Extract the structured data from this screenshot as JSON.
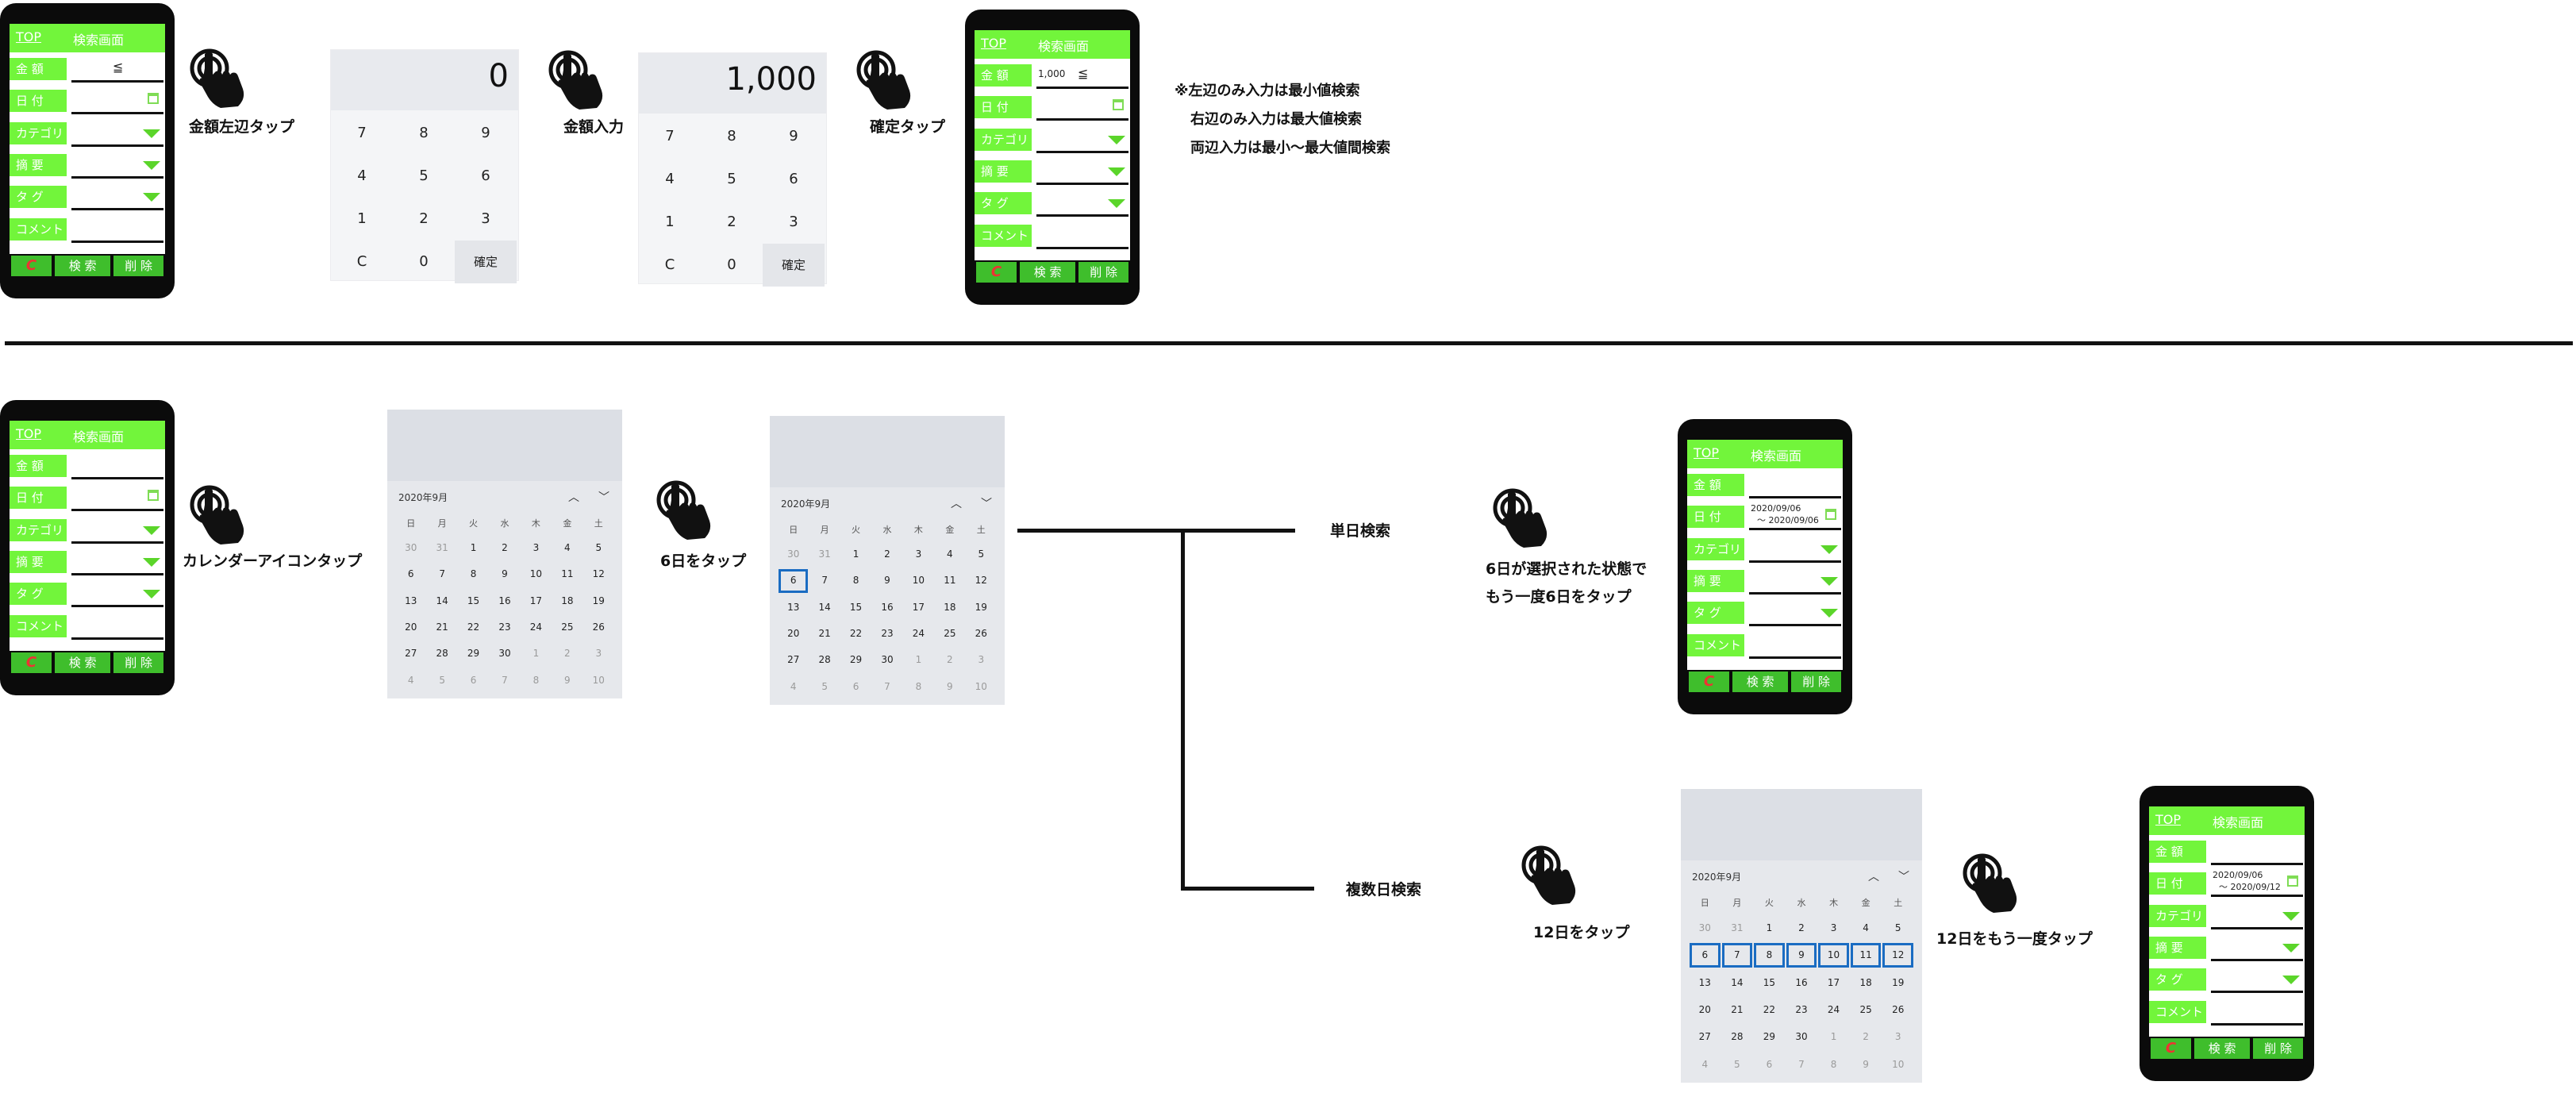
{
  "phone": {
    "top": "TOP",
    "title": "検索画面",
    "labels": [
      "金 額",
      "日 付",
      "カテゴリ",
      "摘 要",
      "タ グ",
      "コメント"
    ],
    "btn_clear": "C",
    "btn_search": "検 索",
    "btn_delete": "削 除",
    "amount_sign": "≦",
    "amount_value": "1,000",
    "date_single_from": "2020/09/06",
    "date_single_to": "～ 2020/09/06",
    "date_multi_from": "2020/09/06",
    "date_multi_to": "～ 2020/09/12"
  },
  "keypad": {
    "value_initial": "0",
    "value_entered": "1,000",
    "keys": [
      "7",
      "8",
      "9",
      "4",
      "5",
      "6",
      "1",
      "2",
      "3",
      "C",
      "0",
      "確定"
    ]
  },
  "calendar": {
    "month": "2020年9月",
    "month_alt": "2020年9月",
    "up": "︿",
    "down": "﹀",
    "weekdays": [
      "日",
      "月",
      "火",
      "水",
      "木",
      "金",
      "土"
    ],
    "rows": [
      [
        "30",
        "31",
        "1",
        "2",
        "3",
        "4",
        "5"
      ],
      [
        "6",
        "7",
        "8",
        "9",
        "10",
        "11",
        "12"
      ],
      [
        "13",
        "14",
        "15",
        "16",
        "17",
        "18",
        "19"
      ],
      [
        "20",
        "21",
        "22",
        "23",
        "24",
        "25",
        "26"
      ],
      [
        "27",
        "28",
        "29",
        "30",
        "1",
        "2",
        "3"
      ],
      [
        "4",
        "5",
        "6",
        "7",
        "8",
        "9",
        "10"
      ]
    ]
  },
  "steps": {
    "tap_amount_left": "金額左辺タップ",
    "amount_input": "金額入力",
    "confirm_tap": "確定タップ",
    "calendar_icon_tap": "カレンダーアイコンタップ",
    "tap_day6": "6日をタップ",
    "single_search": "単日検索",
    "multi_search": "複数日検索",
    "reselect_line1": "6日が選択された状態で",
    "reselect_line2": "もう一度6日をタップ",
    "tap_day12": "12日をタップ",
    "tap_day12_again": "12日をもう一度タップ"
  },
  "notes": [
    "※左辺のみ入力は最小値検索",
    "右辺のみ入力は最大値検索",
    "両辺入力は最小～最大値間検索"
  ]
}
